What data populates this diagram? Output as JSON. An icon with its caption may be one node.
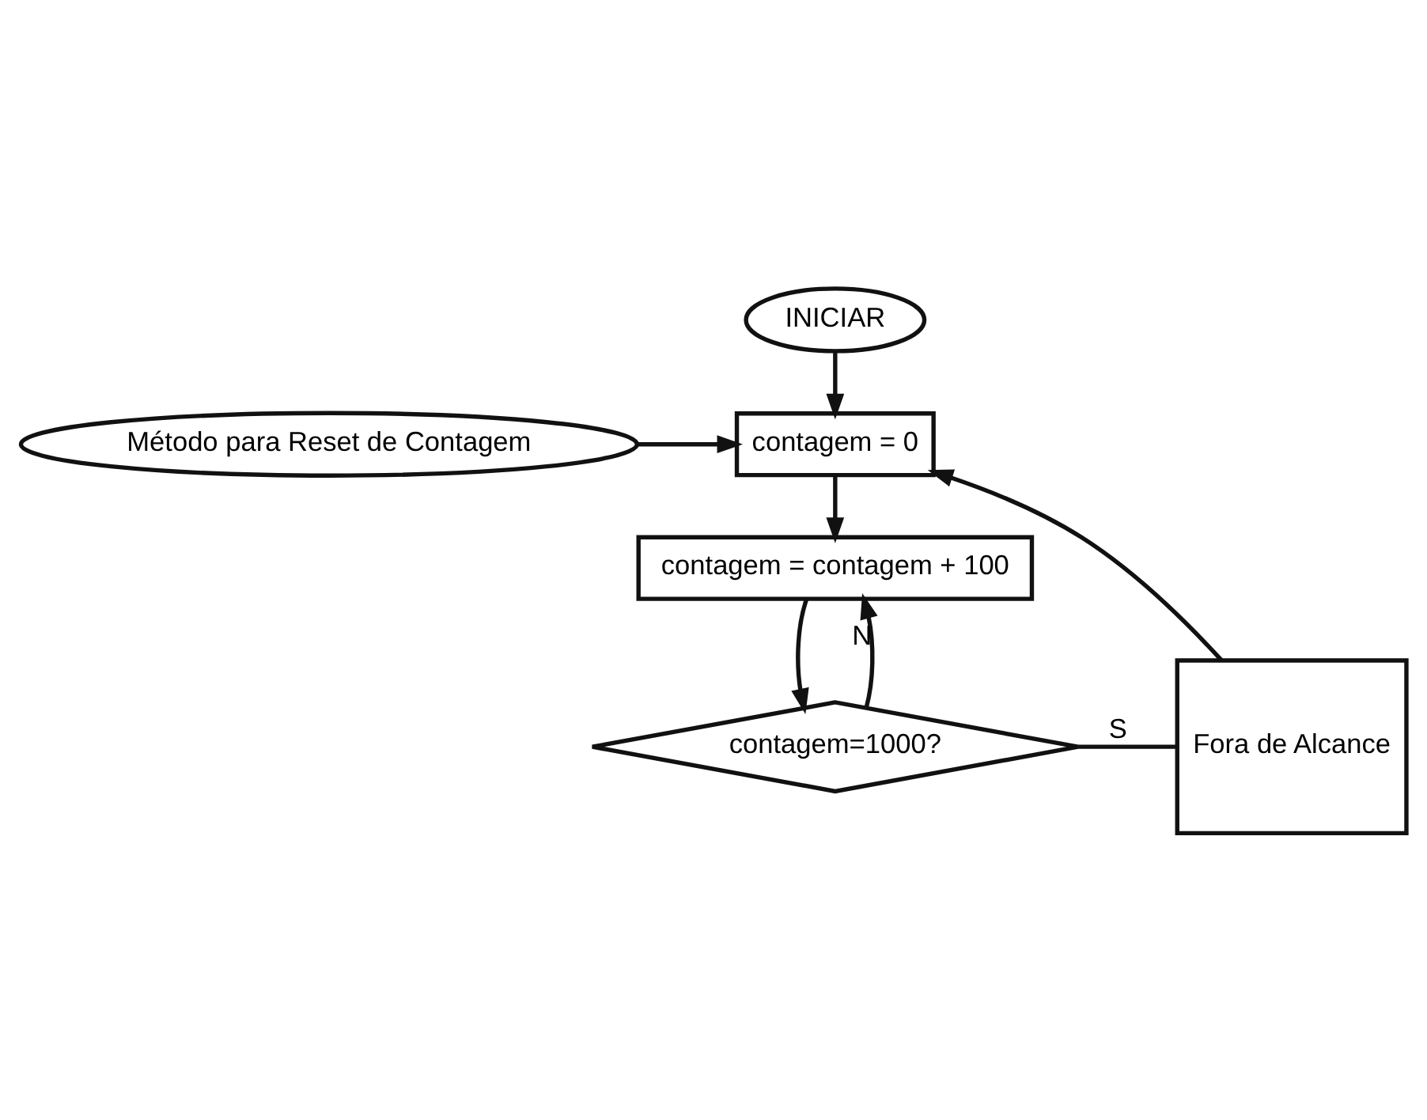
{
  "diagram": {
    "nodes": [
      {
        "text": [
          "INICIAR"
        ]
      },
      {
        "text": [
          "Método para Reset de Contagem"
        ]
      },
      {
        "text": [
          "contagem = 0"
        ]
      },
      {
        "text": [
          "contagem = contagem + 100"
        ]
      },
      {
        "text": [
          "contagem=1000?"
        ]
      },
      {
        "text": [
          "Fora de Alcance"
        ]
      }
    ],
    "edges": [
      {
        "from": 0,
        "to": 2,
        "arrow": "to"
      },
      {
        "from": 1,
        "to": 2,
        "arrow": "to"
      },
      {
        "from": 2,
        "to": 3,
        "arrow": "to"
      },
      {
        "from": 3,
        "to": 4,
        "arrow": "to"
      },
      {
        "from": 4,
        "to": 5,
        "arrow": "none",
        "label": "S"
      },
      {
        "from": 4,
        "to": 3,
        "arrow": "to",
        "label": "N"
      },
      {
        "from": 5,
        "to": 2,
        "arrow": "to"
      }
    ]
  }
}
